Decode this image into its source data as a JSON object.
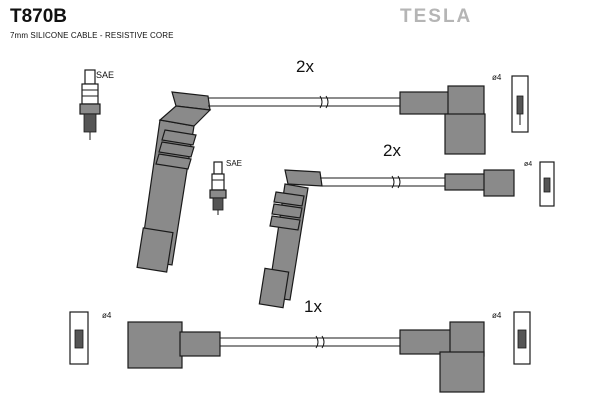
{
  "header": {
    "part_number": "T870B",
    "cable_spec": "7mm SILICONE CABLE - RESISTIVE CORE",
    "brand": "TESLA"
  },
  "plug_labels": {
    "plug_1": "SAE",
    "plug_2": "SAE"
  },
  "cables": [
    {
      "quantity": "2x",
      "terminal_diameter": "ø4"
    },
    {
      "quantity": "2x",
      "terminal_diameter": "ø4"
    },
    {
      "quantity": "1x",
      "terminal_diameter_left": "ø4",
      "terminal_diameter_right": "ø4"
    }
  ],
  "colors": {
    "boot_fill": "#8a8a8a",
    "outline": "#1a1a1a",
    "brand_gray": "#b5b5b5"
  }
}
